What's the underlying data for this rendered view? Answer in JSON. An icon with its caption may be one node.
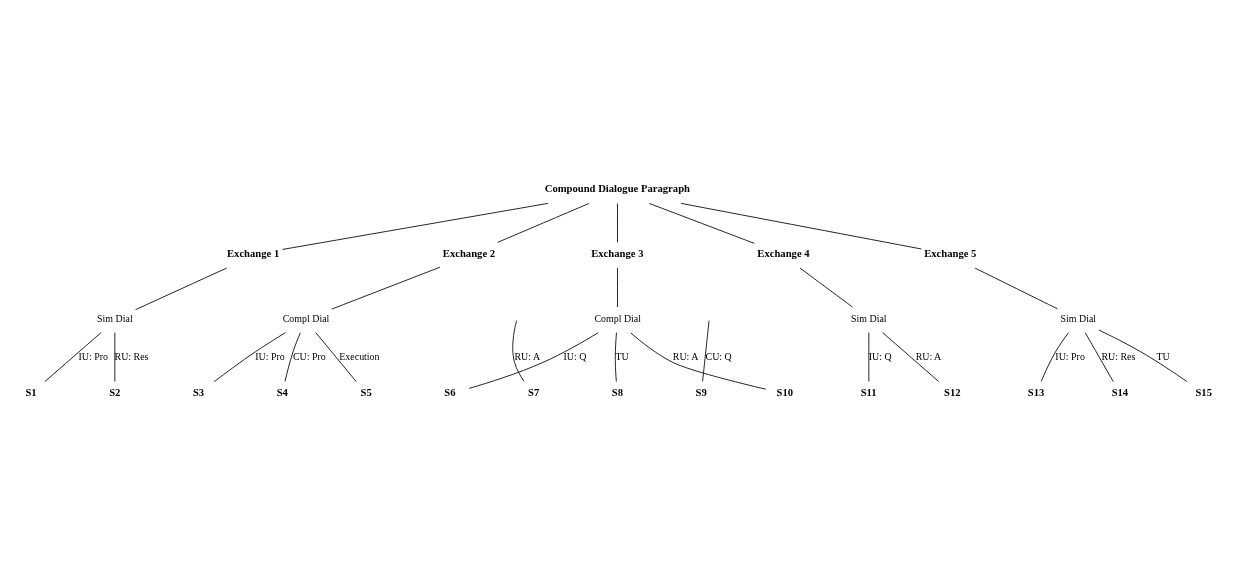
{
  "diagram": {
    "nodes": [
      {
        "text": [
          "Compound Dialogue Paragraph"
        ]
      },
      {
        "text": [
          "Exchange 1"
        ]
      },
      {
        "text": [
          "Exchange 2"
        ]
      },
      {
        "text": [
          "Exchange 3"
        ]
      },
      {
        "text": [
          "Exchange 4"
        ]
      },
      {
        "text": [
          "Exchange 5"
        ]
      },
      {
        "text": [
          "Sim Dial"
        ]
      },
      {
        "text": [
          "Compl Dial"
        ]
      },
      {
        "text": [
          "Compl Dial"
        ]
      },
      {
        "text": [
          "Sim Dial"
        ]
      },
      {
        "text": [
          "Sim Dial"
        ]
      },
      {
        "text": [
          "S1"
        ]
      },
      {
        "text": [
          "S2"
        ]
      },
      {
        "text": [
          "S3"
        ]
      },
      {
        "text": [
          "S4"
        ]
      },
      {
        "text": [
          "S5"
        ]
      },
      {
        "text": [
          "S6"
        ]
      },
      {
        "text": [
          "S7"
        ]
      },
      {
        "text": [
          "S8"
        ]
      },
      {
        "text": [
          "S9"
        ]
      },
      {
        "text": [
          "S10"
        ]
      },
      {
        "text": [
          "S11"
        ]
      },
      {
        "text": [
          "S12"
        ]
      },
      {
        "text": [
          "S13"
        ]
      },
      {
        "text": [
          "S14"
        ]
      },
      {
        "text": [
          "S15"
        ]
      }
    ],
    "edges": [
      {
        "from": 0,
        "to": 1,
        "arrow": "none"
      },
      {
        "from": 0,
        "to": 2,
        "arrow": "none"
      },
      {
        "from": 0,
        "to": 3,
        "arrow": "none"
      },
      {
        "from": 0,
        "to": 4,
        "arrow": "none"
      },
      {
        "from": 0,
        "to": 5,
        "arrow": "none"
      },
      {
        "from": 1,
        "to": 6,
        "arrow": "none"
      },
      {
        "from": 2,
        "to": 7,
        "arrow": "none"
      },
      {
        "from": 3,
        "to": 8,
        "arrow": "none"
      },
      {
        "from": 4,
        "to": 9,
        "arrow": "none"
      },
      {
        "from": 5,
        "to": 10,
        "arrow": "none"
      },
      {
        "from": 6,
        "to": 11,
        "arrow": "none",
        "label": "IU: Pro"
      },
      {
        "from": 6,
        "to": 12,
        "arrow": "none",
        "label": "RU: Res"
      },
      {
        "from": 7,
        "to": 13,
        "arrow": "none",
        "label": "IU: Pro"
      },
      {
        "from": 7,
        "to": 14,
        "arrow": "none",
        "label": "CU: Pro"
      },
      {
        "from": 7,
        "to": 15,
        "arrow": "none",
        "label": "Execution"
      },
      {
        "from": 8,
        "to": 16,
        "arrow": "none",
        "label": "IU: Q"
      },
      {
        "from": null,
        "to": 17,
        "arrow": "none",
        "label": "RU: A"
      },
      {
        "from": 8,
        "to": 18,
        "arrow": "none",
        "label": "TU"
      },
      {
        "from": null,
        "to": 19,
        "arrow": "none",
        "label": "CU: Q"
      },
      {
        "from": 8,
        "to": 20,
        "arrow": "none",
        "label": "RU: A"
      },
      {
        "from": 9,
        "to": 21,
        "arrow": "none",
        "label": "IU: Q"
      },
      {
        "from": 9,
        "to": 22,
        "arrow": "none",
        "label": "RU: A"
      },
      {
        "from": 10,
        "to": 23,
        "arrow": "none",
        "label": "IU: Pro"
      },
      {
        "from": 10,
        "to": 24,
        "arrow": "none",
        "label": "RU: Res"
      },
      {
        "from": 10,
        "to": 25,
        "arrow": "none",
        "label": "TU"
      }
    ]
  }
}
